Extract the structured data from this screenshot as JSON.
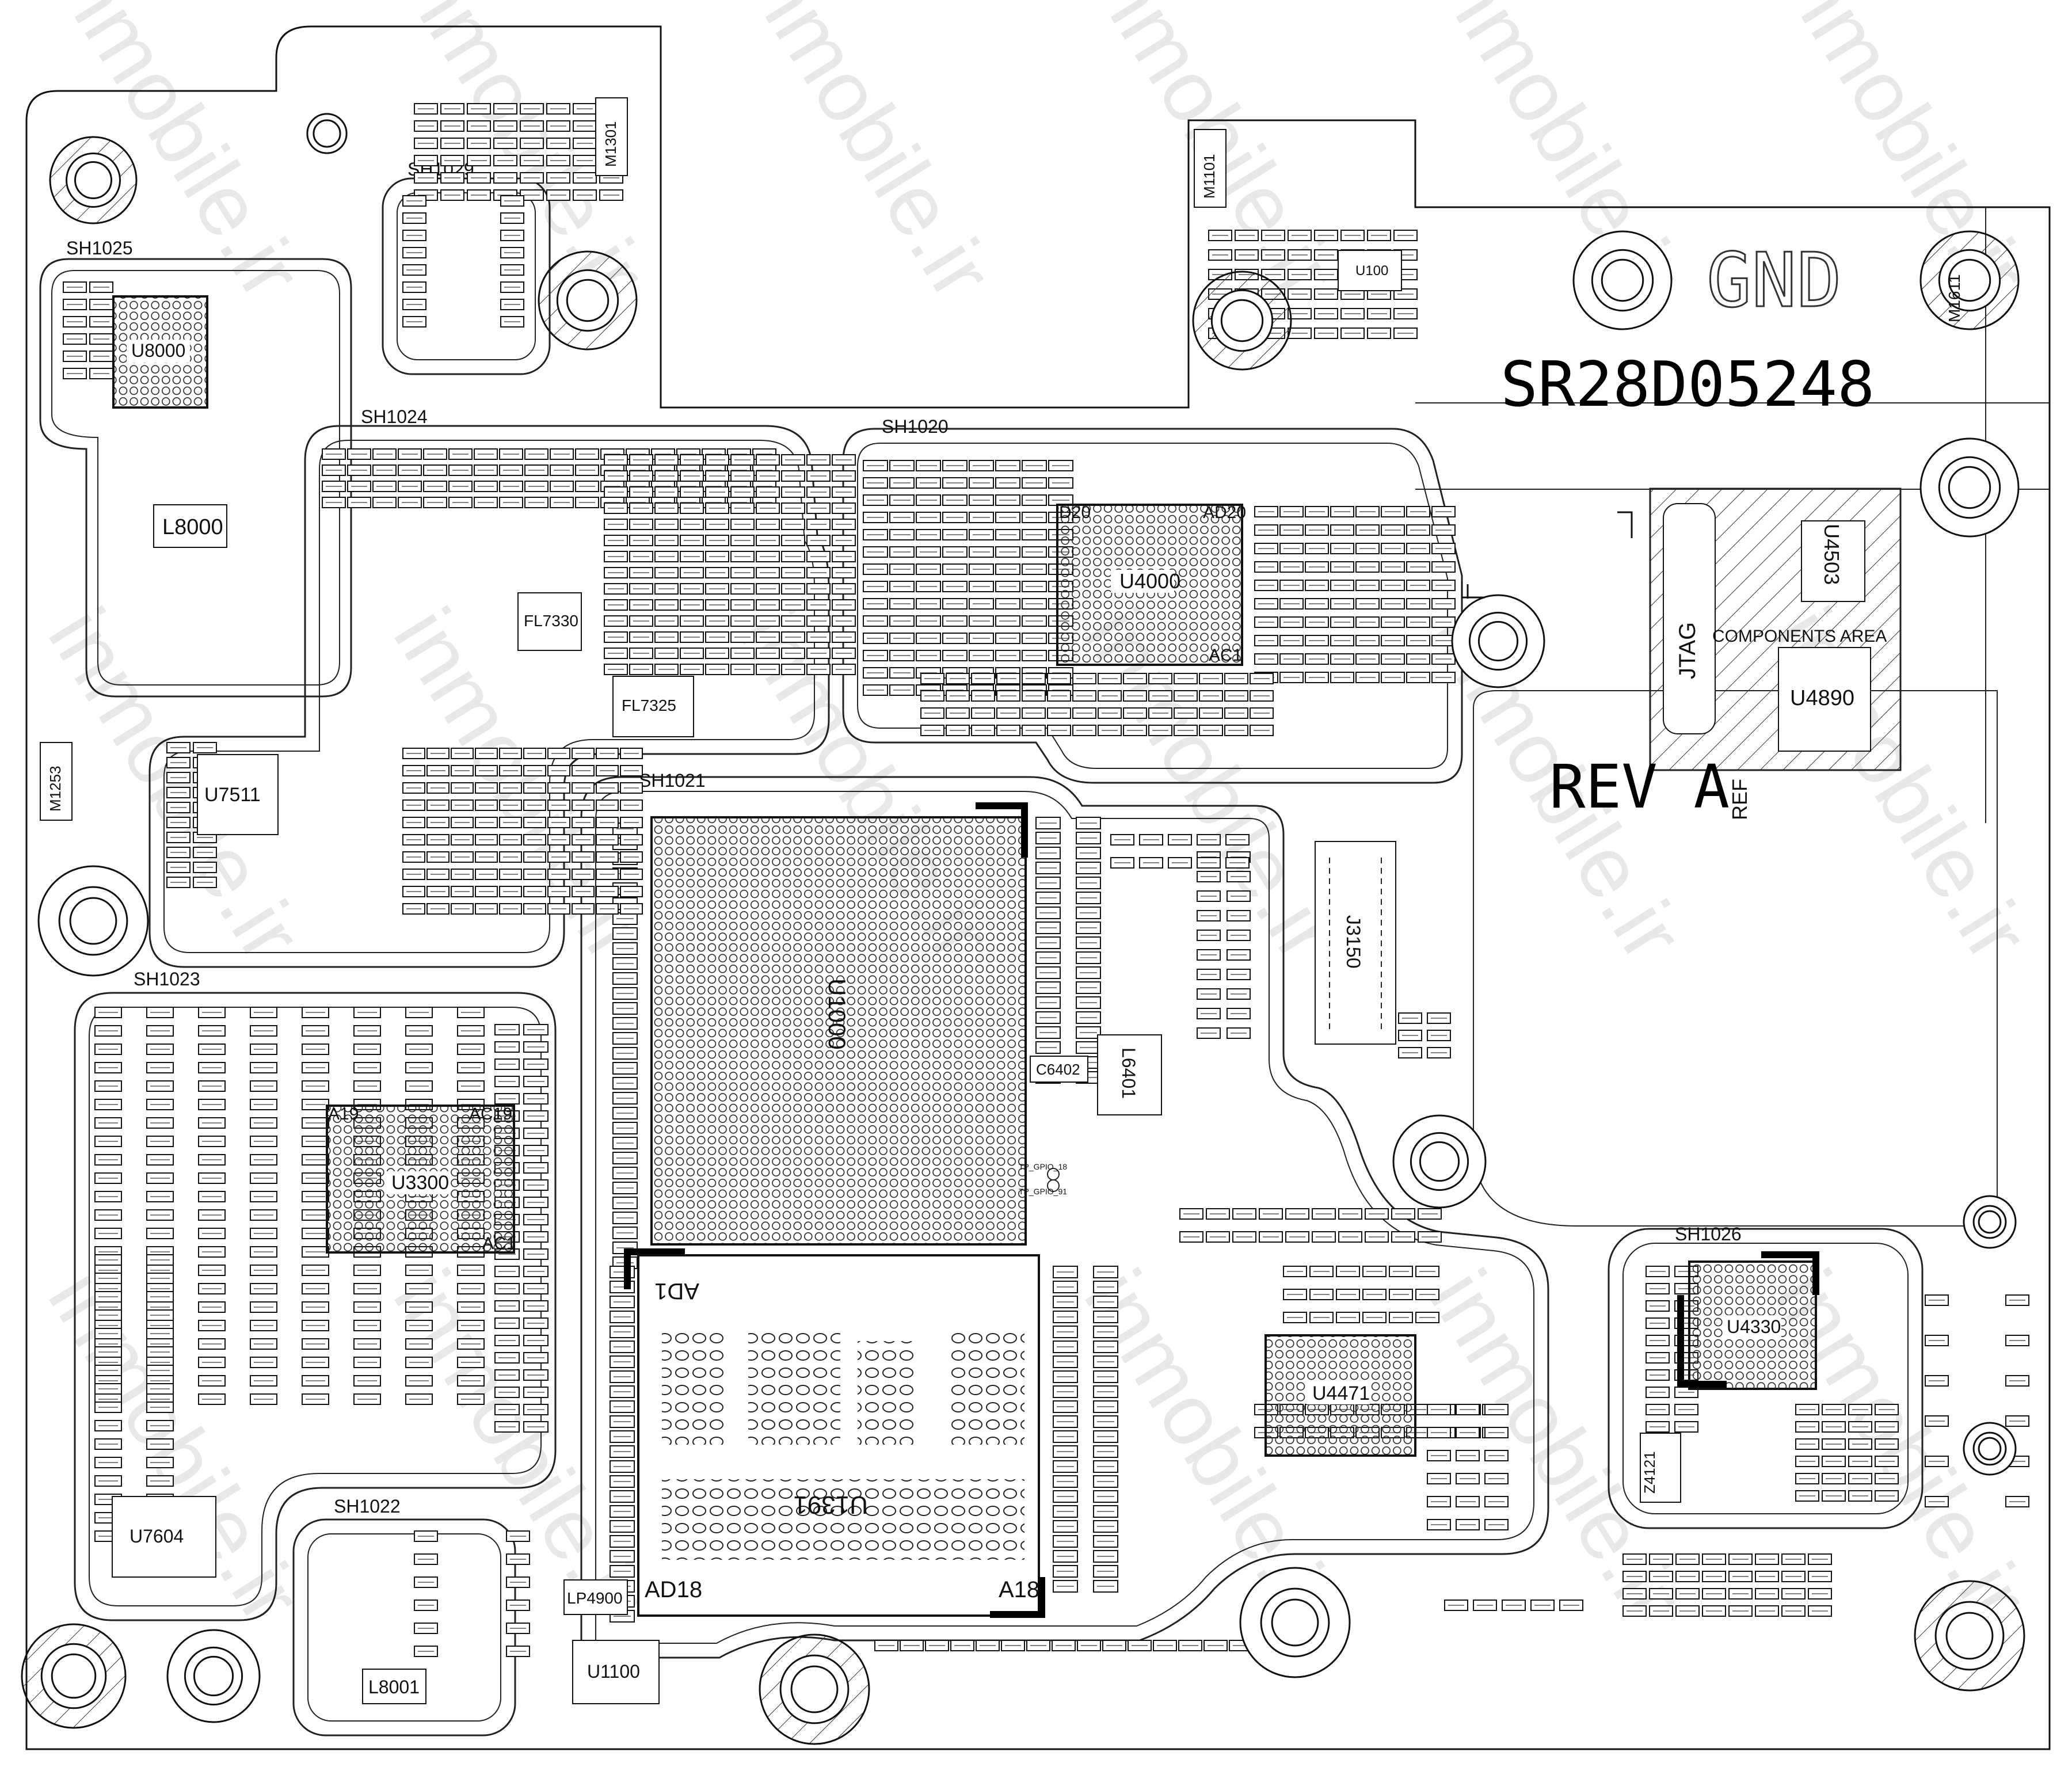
{
  "board": {
    "part_number": "SR28D05248",
    "revision": "REV A",
    "gnd_label": "GND",
    "ref_label": "REF",
    "jtag_label": "JTAG",
    "components_area_label": "COMPONENTS AREA",
    "watermark": "inmobile.ir"
  },
  "shields": {
    "sh1025": "SH1025",
    "sh1029": "SH1029",
    "sh1024": "SH1024",
    "sh1020": "SH1020",
    "sh1021": "SH1021",
    "sh1023": "SH1023",
    "sh1022": "SH1022",
    "sh1026": "SH1026"
  },
  "chips": {
    "u1000": "U1000",
    "u1391": "U1391",
    "u4000": "U4000",
    "u3300": "U3300",
    "u4471": "U4471",
    "u4330": "U4330",
    "u8000": "U8000",
    "u7511": "U7511",
    "u7604": "U7604",
    "u1100": "U1100",
    "u4503": "U4503",
    "u4890": "U4890",
    "u100": "U100",
    "j3150": "J3150",
    "l8000": "L8000",
    "l8001": "L8001",
    "l6401": "L6401",
    "c6402": "C6402",
    "lp4900": "LP4900",
    "z4121": "Z4121",
    "fl7330": "FL7330",
    "fl7325": "FL7325",
    "m1611": "M1611",
    "m1301": "M1301",
    "m1101": "M1101",
    "m1253": "M1253"
  },
  "pins": {
    "u1391_ad1": "AD1",
    "u1391_ad18": "AD18",
    "u1391_a18": "A18",
    "u4000_d20": "D20",
    "u4000_ad20": "AD20",
    "u4000_ac1": "AC1",
    "u3300_a19": "A19",
    "u3300_ac19": "AC19",
    "u3300_ac1": "AC1"
  },
  "test_points": {
    "gpio18": "TP_GPIO_18",
    "gpio91": "TP_GPIO_91"
  }
}
